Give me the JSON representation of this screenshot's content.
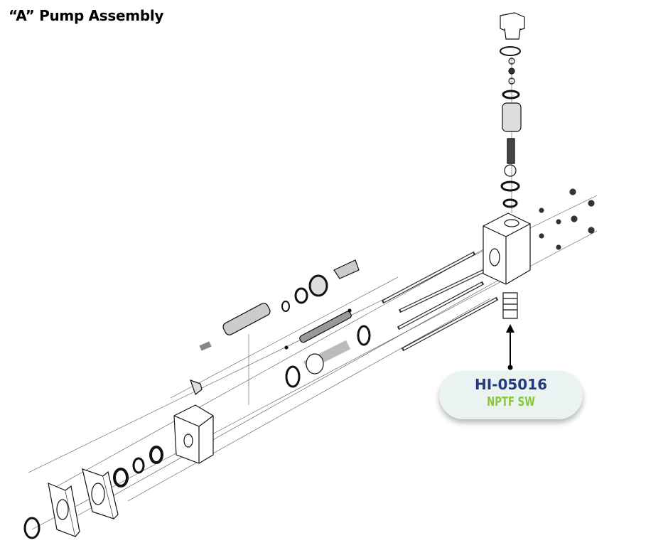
{
  "title": "“A” Pump Assembly",
  "callout": {
    "part_number": "HI-05016",
    "description": "NPTF SW",
    "part_number_color": "#243a80",
    "description_color": "#8cc63f"
  }
}
